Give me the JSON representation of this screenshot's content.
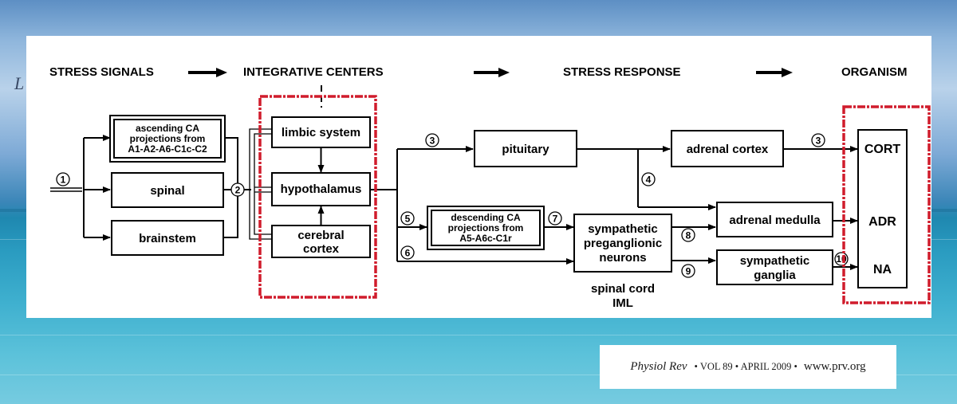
{
  "slide": {
    "corner_letter": "L"
  },
  "headers": {
    "stress_signals": "STRESS SIGNALS",
    "integrative_centers": "INTEGRATIVE CENTERS",
    "stress_response": "STRESS RESPONSE",
    "organism": "ORGANISM"
  },
  "boxes": {
    "ascending": [
      "ascending CA",
      "projections from",
      "A1-A2-A6-C1c-C2"
    ],
    "spinal": "spinal",
    "brainstem": "brainstem",
    "limbic": "limbic system",
    "hypothalamus": "hypothalamus",
    "cerebral": [
      "cerebral",
      "cortex"
    ],
    "pituitary": "pituitary",
    "descending": [
      "descending CA",
      "projections from",
      "A5-A6c-C1r"
    ],
    "sympathetic_pregang": [
      "sympathetic",
      "preganglionic",
      "neurons"
    ],
    "spinal_cord": [
      "spinal cord",
      "IML"
    ],
    "adrenal_cortex": "adrenal cortex",
    "adrenal_medulla": "adrenal medulla",
    "sympathetic_ganglia": [
      "sympathetic",
      "ganglia"
    ],
    "outputs": [
      "CORT",
      "ADR",
      "NA"
    ]
  },
  "numbers": [
    "1",
    "2",
    "3",
    "4",
    "5",
    "6",
    "7",
    "8",
    "9",
    "10"
  ],
  "highlight_color": "#d01c2c",
  "citation": {
    "journal": "Physiol Rev",
    "volume": "• VOL 89 • APRIL 2009 •",
    "url": "www.prv.org"
  }
}
